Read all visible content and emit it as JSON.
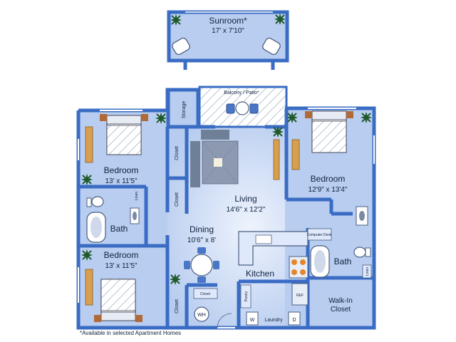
{
  "rooms": {
    "sunroom": {
      "name": "Sunroom*",
      "dim": "17' x 7'10\""
    },
    "balcony": {
      "name": "Balcony / Patio*"
    },
    "storage": {
      "name": "Storage"
    },
    "bedroom_left_top": {
      "name": "Bedroom",
      "dim": "13' x 11'5\""
    },
    "bedroom_right": {
      "name": "Bedroom",
      "dim": "12'9\" x 13'4\""
    },
    "bedroom_left_bottom": {
      "name": "Bedroom",
      "dim": "13' x 11'5\""
    },
    "living": {
      "name": "Living",
      "dim": "14'6\" x 12'2\""
    },
    "dining": {
      "name": "Dining",
      "dim": "10'6\" x 8'"
    },
    "kitchen": {
      "name": "Kitchen"
    },
    "bath_left": {
      "name": "Bath"
    },
    "bath_right": {
      "name": "Bath"
    },
    "walk_in_closet": {
      "name": "Walk-In Closet"
    },
    "laundry": {
      "name": "Laundry"
    },
    "pantry": {
      "name": "Pantry"
    }
  },
  "labels": {
    "closet": "Closet",
    "linen": "Linen",
    "water_heater": "WH",
    "washer": "W",
    "dryer": "D",
    "refrigerator": "REF",
    "computer_desk": "Computer Desk"
  },
  "footnote": "*Available in selected Apartment Homes",
  "colors": {
    "wall": "#3a6cc4",
    "floor": "#b8cdef",
    "floor_light": "#dfe9fb",
    "furniture": "#8fa6c6",
    "plant": "#1f5a2c"
  }
}
